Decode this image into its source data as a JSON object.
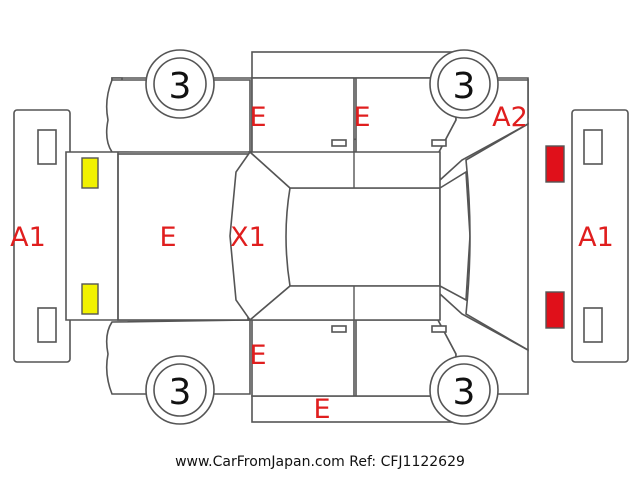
{
  "colors": {
    "outline": "#555555",
    "damage_code": "#e01e1e",
    "yellow_lamp": "#f2f200",
    "red_lamp": "#e0101a",
    "background": "#ffffff"
  },
  "diagram": {
    "codes": {
      "left_bumper": "A1",
      "right_bumper": "A1",
      "right_upper_quarter": "A2",
      "hood": "E",
      "front_left_fender": "X1",
      "front_left_door_top": "E",
      "rear_left_door_top": "E",
      "front_left_door_bottom": "E",
      "bottom_rocker": "E"
    },
    "wheels": {
      "top_left": "3",
      "top_right": "3",
      "bottom_left": "3",
      "bottom_right": "3"
    }
  },
  "footer": {
    "text": "www.CarFromJapan.com Ref: CFJ1122629"
  }
}
